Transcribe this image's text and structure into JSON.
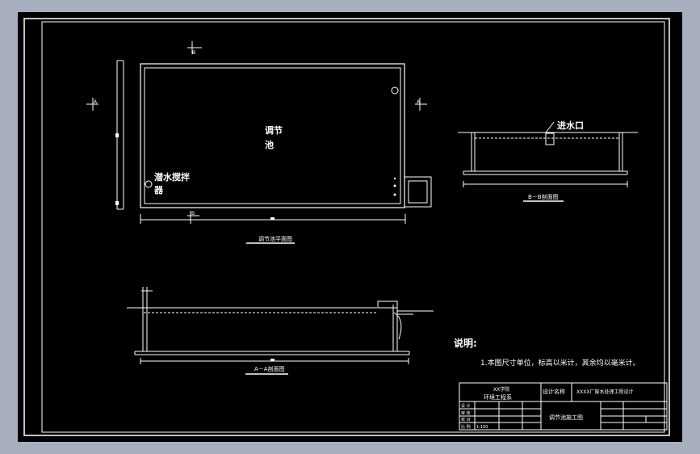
{
  "plan": {
    "tank_label_line1": "调节",
    "tank_label_line2": "池",
    "mixer_label_line1": "潜水搅拌",
    "mixer_label_line2": "器",
    "title": "调节池平面图",
    "section_mark_top": "B",
    "section_mark_bottom": "B",
    "section_mark_left": "A",
    "section_mark_right": "A"
  },
  "section_bb": {
    "inlet_label": "进水口",
    "title": "B－B剖面图"
  },
  "section_aa": {
    "title": "A－A剖面图"
  },
  "notes": {
    "heading": "说明:",
    "line1": "1.本图尺寸单位，标高以米计，其余均以毫米计。"
  },
  "title_block": {
    "school": "XX学院",
    "department": "环境工程系",
    "design_name_label": "设计名称",
    "design_name_value": "XXXX厂废水处理工程设计",
    "drawing_name": "调节池施工图",
    "row_labels": [
      "设 计",
      "审 核",
      "校 对",
      "比 例"
    ],
    "scale_value": "1:100"
  }
}
